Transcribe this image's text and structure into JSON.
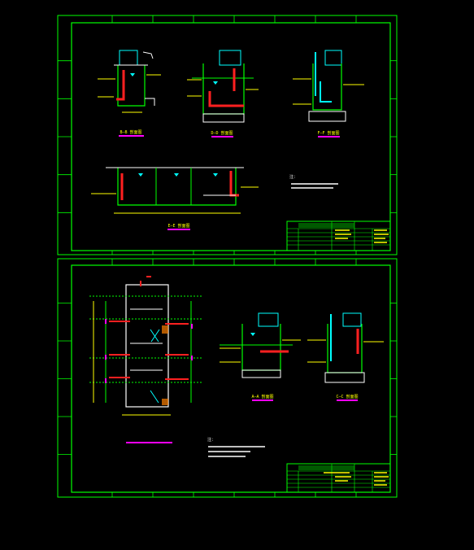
{
  "colors": {
    "background": "#000000",
    "frame": "#00ff00",
    "structure": "#00ff00",
    "yellow": "#ffff00",
    "cyan": "#00ffff",
    "white": "#ffffff",
    "red": "#ff2020",
    "magenta": "#ff00ff",
    "orange": "#ff8000"
  },
  "icons": [
    "cad-drawing-sheet",
    "section-view",
    "plan-view",
    "title-block"
  ],
  "sheet_top": {
    "sections": [
      {
        "id": "B-B",
        "title": "B—B 剖面图"
      },
      {
        "id": "D-D",
        "title": "D—D 剖面图"
      },
      {
        "id": "F-F",
        "title": "F—F 剖面图"
      },
      {
        "id": "E-E",
        "title": "E—E 剖面图"
      }
    ],
    "notes_title": "注："
  },
  "sheet_bottom": {
    "plan_title": "",
    "sections": [
      {
        "id": "A-A",
        "title": "A—A 剖面图"
      },
      {
        "id": "C-C",
        "title": "C—C 剖面图"
      }
    ],
    "notes_title": "注："
  }
}
